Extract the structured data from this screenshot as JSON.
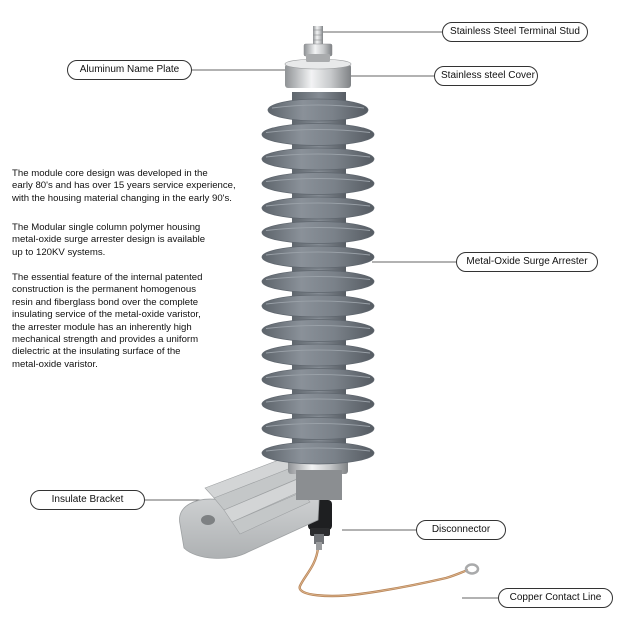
{
  "labels": {
    "terminal_stud": "Stainless Steel Terminal Stud",
    "name_plate": "Aluminum Name Plate",
    "cover": "Stainless steel Cover",
    "arrester": "Metal-Oxide Surge Arrester",
    "bracket": "Insulate Bracket",
    "disconnector": "Disconnector",
    "copper_line": "Copper Contact Line"
  },
  "description": {
    "p1": "The module core design was developed in the\n early 80's and has over 15 years service experience,\nwith the housing material changing in the early 90's.",
    "p2": "The Modular single column polymer housing\nmetal-oxide surge arrester design is available\nup to 120KV systems.",
    "p3": "The essential feature of the internal patented\nconstruction is the permanent homogenous\nresin and fiberglass bond over the complete\ninsulating service of the metal-oxide varistor,\nthe arrester module has an inherently high\nmechanical strength and provides a uniform\ndielectric at the insulating surface of the\nmetal-oxide varistor."
  },
  "colors": {
    "housing": "#767d85",
    "shed_edge": "#5f666e",
    "bracket": "#c9ccce",
    "steel": "#d8dadc",
    "copper": "#b8865a"
  }
}
